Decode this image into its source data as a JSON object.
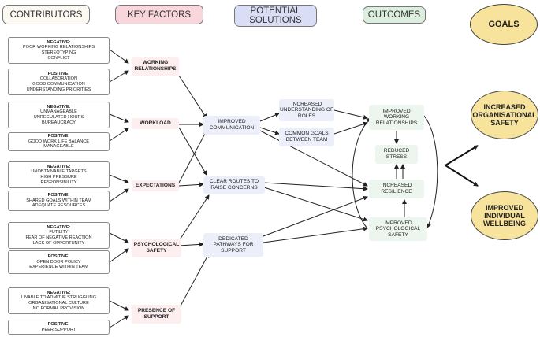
{
  "headers": {
    "contributors": "CONTRIBUTORS",
    "key_factors": "KEY FACTORS",
    "potential_solutions": "POTENTIAL\nSOLUTIONS",
    "outcomes": "OUTCOMES",
    "goals": "GOALS"
  },
  "contributors": [
    {
      "title": "NEGATIVE:",
      "items": [
        "POOR WORKING RELATIONSHIPS",
        "STEREOTYPING",
        "CONFLICT"
      ]
    },
    {
      "title": "POSITIVE:",
      "items": [
        "COLLABORATION",
        "GOOD COMMUNICATION",
        "UNDERSTANDING PRIORITIES"
      ]
    },
    {
      "title": "NEGATIVE:",
      "items": [
        "UNMANAGEABLE",
        "UNREGULATED HOURS",
        "BUREAUCRACY"
      ]
    },
    {
      "title": "POSITIVE:",
      "items": [
        "GOOD WORK LIFE BALANCE",
        "MANAGEABLE"
      ]
    },
    {
      "title": "NEGATIVE:",
      "items": [
        "UNOBTAINABLE TARGETS",
        "HIGH PRESSURE",
        "RESPONSIBILITY"
      ]
    },
    {
      "title": "POSITIVE:",
      "items": [
        "SHARED GOALS WITHIN TEAM",
        "ADEQUATE RESOURCES"
      ]
    },
    {
      "title": "NEGATIVE:",
      "items": [
        "FUTILITY",
        "FEAR OF NEGATIVE REACTION",
        "LACK OF OPPORTUNITY"
      ]
    },
    {
      "title": "POSITIVE:",
      "items": [
        "OPEN DOOR POLICY",
        "EXPERIENCE WITHIN TEAM"
      ]
    },
    {
      "title": "NEGATIVE:",
      "items": [
        "UNABLE TO ADMIT IF STRUGGLING",
        "ORGANISATIONAL CULTURE",
        "NO FORMAL PROVISION"
      ]
    },
    {
      "title": "POSITIVE:",
      "items": [
        "PEER SUPPORT"
      ]
    }
  ],
  "key_factors": {
    "working_relationships": "WORKING\nRELATIONSHIPS",
    "workload": "WORKLOAD",
    "expectations": "EXPECTATIONS",
    "psychological_safety": "PSYCHOLOGICAL\nSAFETY",
    "presence_of_support": "PRESENCE OF\nSUPPORT"
  },
  "solutions": {
    "improved_communication": "IMPROVED\nCOMMUNICATION",
    "clear_routes": "CLEAR ROUTES TO\nRAISE CONCERNS",
    "dedicated_pathways": "DEDICATED\nPATHWAYS FOR\nSUPPORT",
    "increased_understanding": "INCREASED\nUNDERSTANDING OF\nROLES",
    "common_goals": "COMMON GOALS\nBETWEEN TEAM"
  },
  "outcomes": {
    "improved_working_relationships": "IMPROVED\nWORKING\nRELATIONSHIPS",
    "reduced_stress": "REDUCED\nSTRESS",
    "increased_resilience": "INCREASED\nRESILIENCE",
    "improved_psych_safety": "IMPROVED\nPSYCHOLOGICAL\nSAFETY"
  },
  "goals": {
    "increased_org_safety": "INCREASED\nORGANISATIONAL\nSAFETY",
    "improved_wellbeing": "IMPROVED\nINDIVIDUAL\nWELLBEING"
  },
  "colors": {
    "contributors_header": "#fbf9f2",
    "key_factors_header": "#f9d6dc",
    "solutions_header": "#d9def6",
    "outcomes_header": "#dcefdf",
    "goal_fill": "#f7e39c",
    "key_factor_fill": "#fdeef0",
    "solution_fill": "#eceef9",
    "outcome_fill": "#edf6ee"
  }
}
